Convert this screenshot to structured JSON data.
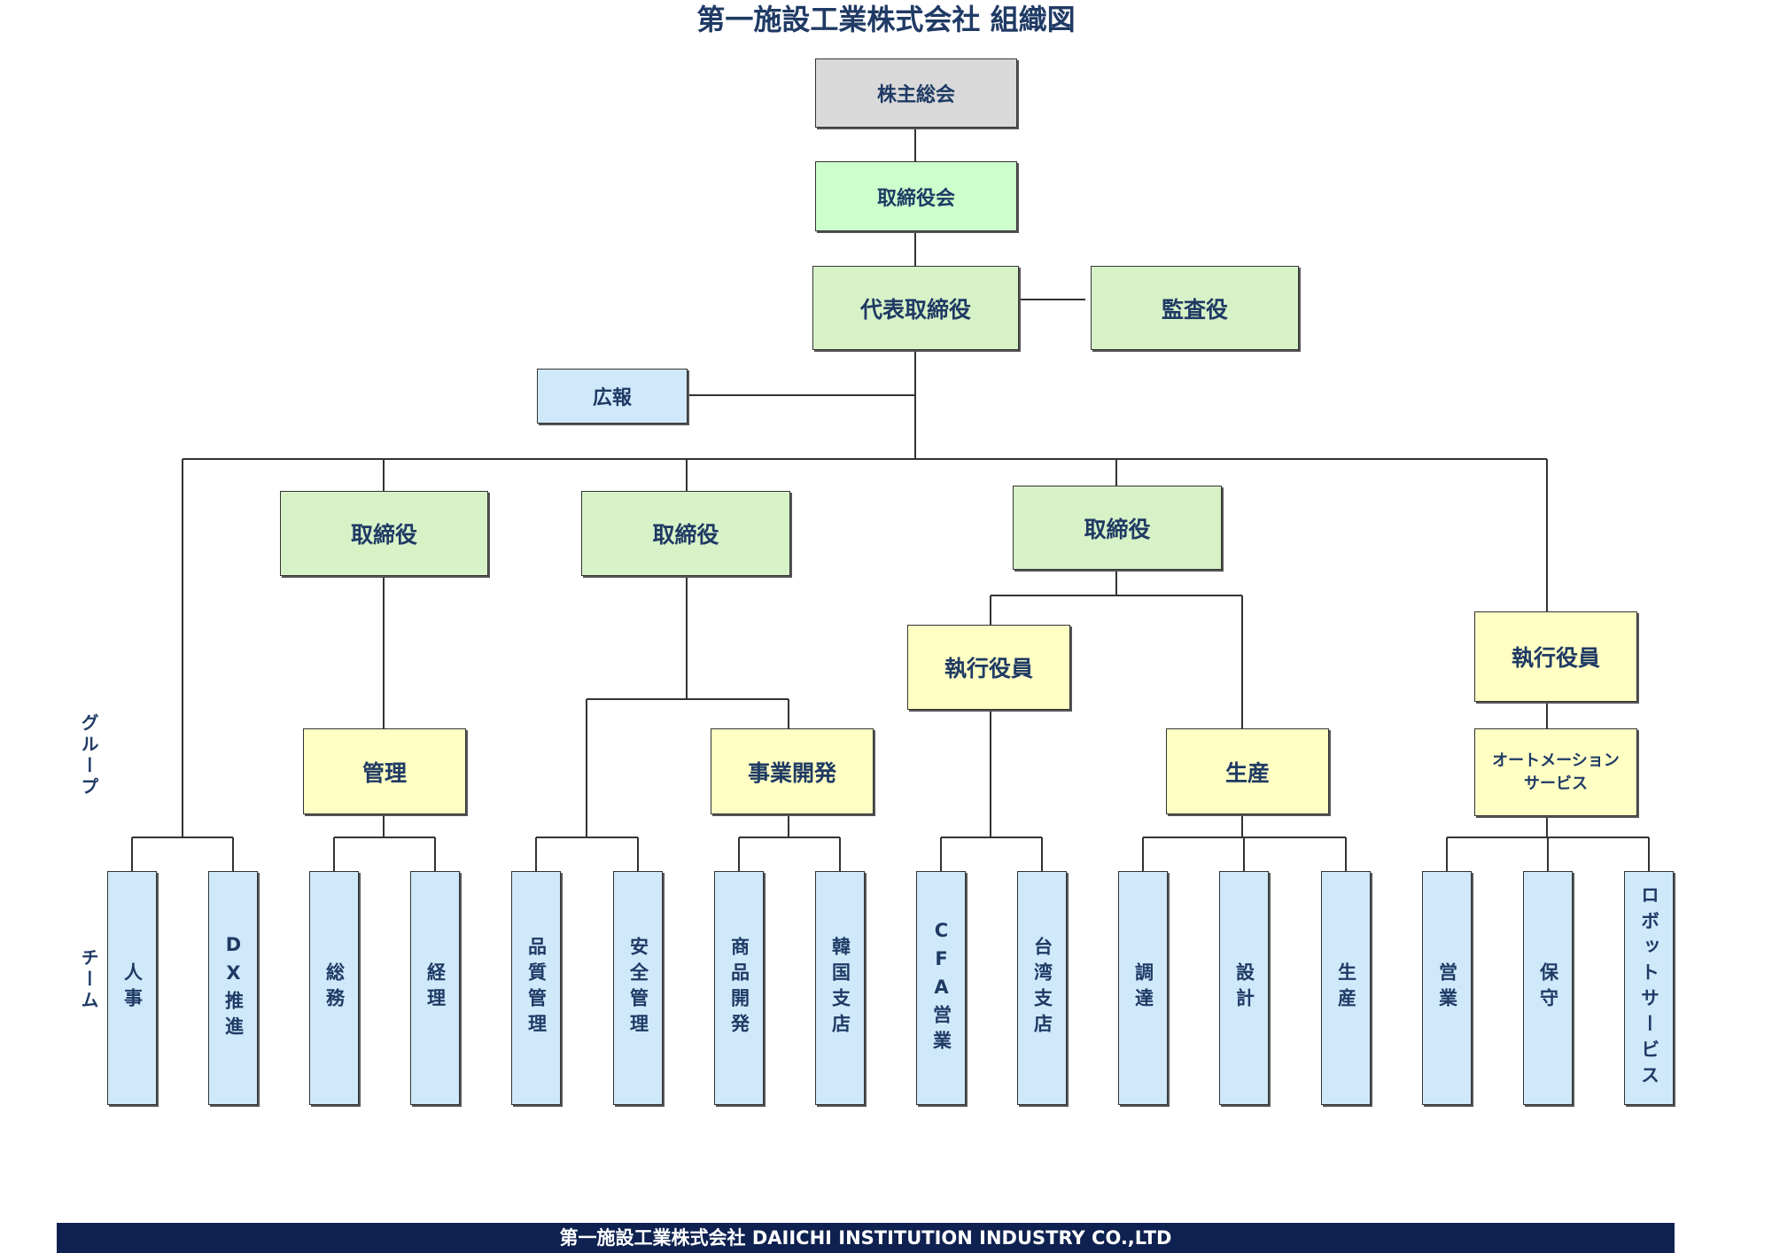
{
  "title": "第一施設工業株式会社 組織図",
  "nodes": {
    "shareholders": "株主総会",
    "board": "取締役会",
    "ceo": "代表取締役",
    "auditor": "監査役",
    "pr": "広報",
    "director1": "取締役",
    "director2": "取締役",
    "director3": "取締役",
    "exec1": "執行役員",
    "exec2": "執行役員"
  },
  "groups": {
    "admin": "管理",
    "bizdev": "事業開発",
    "production": "生産",
    "automation": "オートメーション\nサービス"
  },
  "side_labels": {
    "group": "グループ",
    "team": "チーム"
  },
  "teams": [
    "人事",
    "DX推進",
    "総務",
    "経理",
    "品質管理",
    "安全管理",
    "商品開発",
    "韓国支店",
    "CFA営業",
    "台湾支店",
    "調達",
    "設計",
    "生産",
    "営業",
    "保守",
    "ロボットサービス"
  ],
  "footer": "第一施設工業株式会社 DAIICHI INSTITUTION INDUSTRY CO.,LTD",
  "colors": {
    "title_text": "#1f3a64",
    "gray_box": "#d9d9d9",
    "mint_box": "#ccffcc",
    "green_box": "#d8f2c8",
    "yellow_box": "#ffffc4",
    "blue_box": "#cfe9fb",
    "footer_bg": "#0e2150"
  }
}
